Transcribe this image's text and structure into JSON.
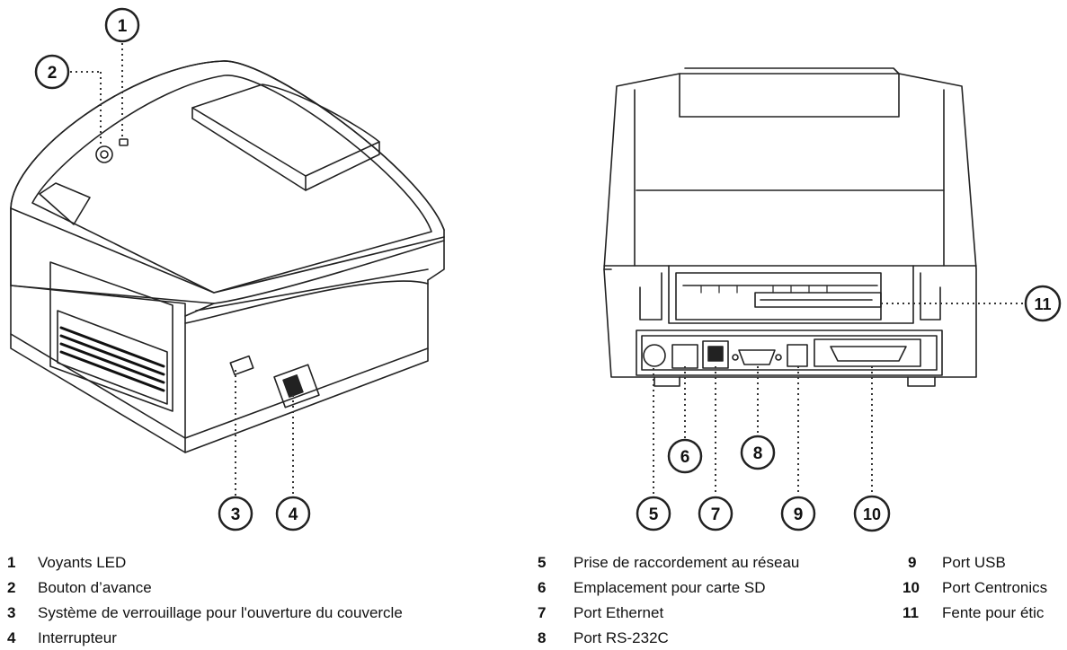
{
  "callouts": [
    "1",
    "2",
    "3",
    "4",
    "5",
    "6",
    "7",
    "8",
    "9",
    "10",
    "11"
  ],
  "legend": {
    "col1": [
      {
        "num": "1",
        "label": "Voyants LED"
      },
      {
        "num": "2",
        "label": "Bouton d’avance"
      },
      {
        "num": "3",
        "label": "Système de verrouillage pour l'ouverture du couvercle"
      },
      {
        "num": "4",
        "label": "Interrupteur"
      }
    ],
    "col2": [
      {
        "num": "5",
        "label": "Prise de raccordement au réseau"
      },
      {
        "num": "6",
        "label": "Emplacement pour carte SD"
      },
      {
        "num": "7",
        "label": "Port Ethernet"
      },
      {
        "num": "8",
        "label": "Port RS-232C"
      }
    ],
    "col3": [
      {
        "num": "9",
        "label": "Port USB"
      },
      {
        "num": "10",
        "label": "Port Centronics"
      },
      {
        "num": "11",
        "label": "Fente pour étic"
      }
    ]
  }
}
